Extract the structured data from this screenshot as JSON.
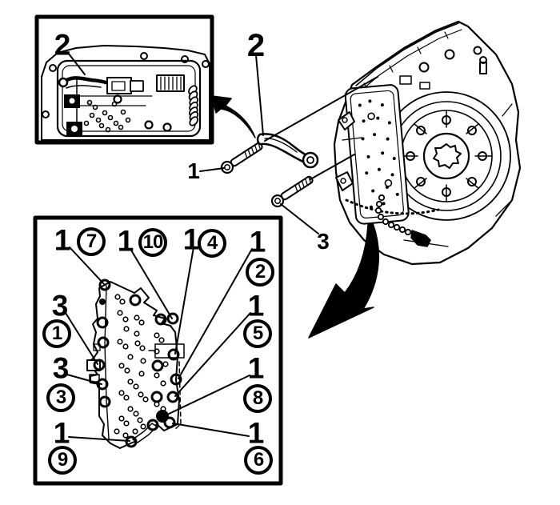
{
  "colors": {
    "ink": "#000000",
    "paper": "#ffffff"
  },
  "inset_box": {
    "callout": {
      "text": "2"
    }
  },
  "exploded_parts": {
    "tube_callout": {
      "text": "2"
    },
    "front_bolt_callout": {
      "text": "1"
    },
    "rear_bolt_callout": {
      "text": "3"
    }
  },
  "bottom_box": {
    "plain_callouts": [
      {
        "text": "1"
      },
      {
        "text": "1"
      },
      {
        "text": "1"
      },
      {
        "text": "1"
      },
      {
        "text": "3"
      },
      {
        "text": "3"
      },
      {
        "text": "1"
      },
      {
        "text": "1"
      },
      {
        "text": "1"
      },
      {
        "text": "1"
      }
    ],
    "circled_callouts": [
      {
        "text": "7"
      },
      {
        "text": "10"
      },
      {
        "text": "4"
      },
      {
        "text": "2"
      },
      {
        "text": "1"
      },
      {
        "text": "3"
      },
      {
        "text": "9"
      },
      {
        "text": "5"
      },
      {
        "text": "8"
      },
      {
        "text": "6"
      }
    ]
  }
}
